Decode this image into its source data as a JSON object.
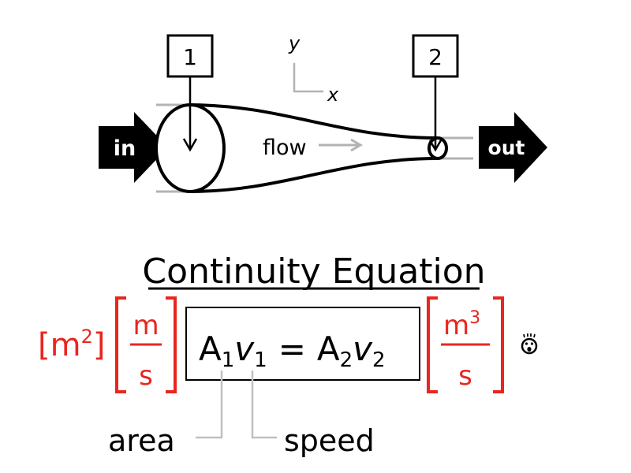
{
  "diagram": {
    "inlet_label": "in",
    "outlet_label": "out",
    "flow_label": "flow",
    "section_1_label": "1",
    "section_2_label": "2",
    "axis_y_label": "y",
    "axis_x_label": "x"
  },
  "equation": {
    "title": "Continuity Equation",
    "area_unit": {
      "base": "m",
      "exp": "2"
    },
    "velocity_unit": {
      "numerator": "m",
      "denominator": "s"
    },
    "flow_unit": {
      "numerator_base": "m",
      "numerator_exp": "3",
      "denominator": "s"
    },
    "lhs": {
      "A": "A",
      "A_sub": "1",
      "v": "v",
      "v_sub": "1"
    },
    "equals": "=",
    "rhs": {
      "A": "A",
      "A_sub": "2",
      "v": "v",
      "v_sub": "2"
    },
    "area_label": "area",
    "speed_label": "speed"
  },
  "colors": {
    "unit_red": "#e8261f",
    "pipe_gray": "#b3b3b3",
    "ink": "#000000"
  },
  "icons": {
    "shocked_face": "face-with-open-mouth-icon"
  }
}
